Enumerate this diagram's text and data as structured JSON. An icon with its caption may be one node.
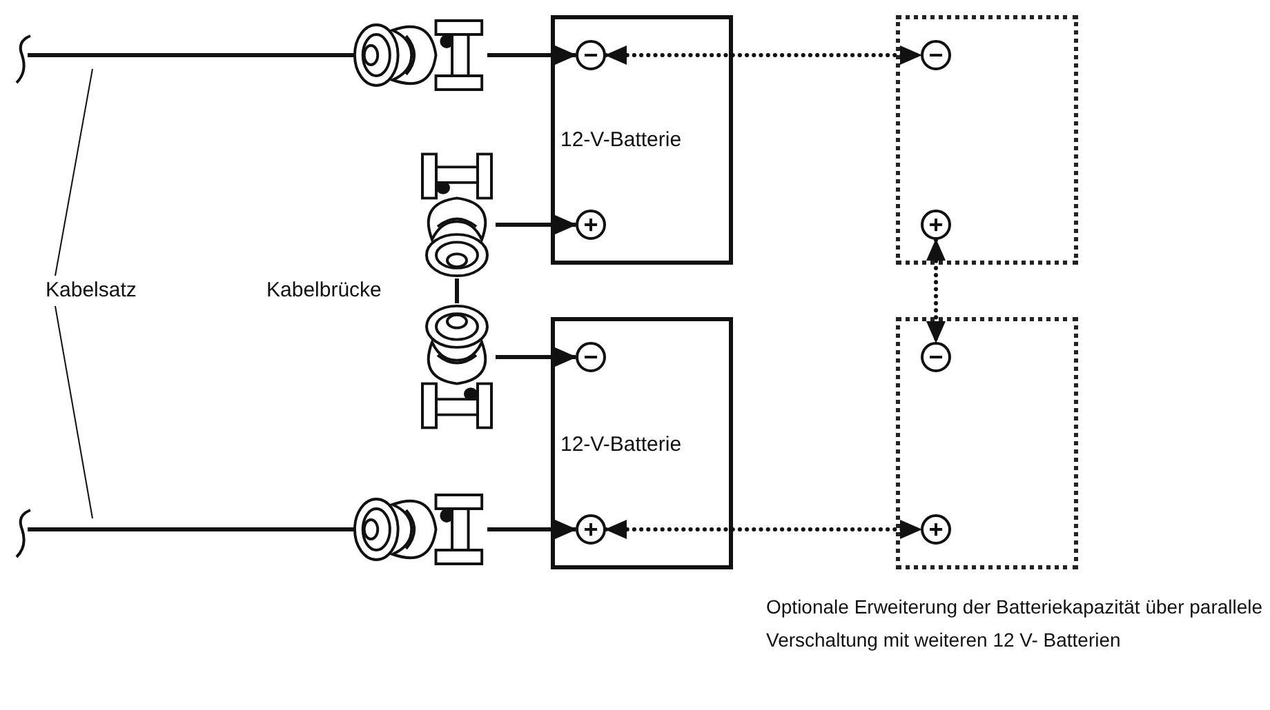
{
  "diagram": {
    "caption": "Optionale Erweiterung der Batteriekapazität über parallele Verschaltung mit weiteren 12 V- Batterien",
    "nodes": [
      {
        "text": [
          "12-V-Batterie"
        ]
      },
      {
        "text": [
          "−"
        ],
        "in": 0
      },
      {
        "text": [
          "+"
        ],
        "in": 0
      },
      {
        "text": [
          "12-V-Batterie"
        ]
      },
      {
        "text": [
          "−"
        ],
        "in": 3
      },
      {
        "text": [
          "+"
        ],
        "in": 3
      },
      {
        "text": [],
        "shape": "box"
      },
      {
        "text": [
          "−"
        ],
        "in": 6
      },
      {
        "text": [
          "+"
        ],
        "in": 6
      },
      {
        "text": [],
        "shape": "box"
      },
      {
        "text": [
          "−"
        ],
        "in": 9
      },
      {
        "text": [
          "+"
        ],
        "in": 9
      },
      {
        "text": [],
        "shape": "picture"
      },
      {
        "text": [],
        "shape": "picture"
      },
      {
        "text": [],
        "shape": "picture"
      },
      {
        "text": [],
        "shape": "picture"
      },
      {
        "text": [
          "Kabelsatz"
        ]
      }
    ],
    "edges": [
      {
        "from": 12,
        "to": 1,
        "arrow": "to"
      },
      {
        "from": 13,
        "to": 2,
        "arrow": "to"
      },
      {
        "from": 14,
        "to": 4,
        "arrow": "to"
      },
      {
        "from": 15,
        "to": 5,
        "arrow": "to"
      },
      {
        "from": 13,
        "to": 14,
        "arrow": "none"
      },
      {
        "from": 1,
        "to": 7,
        "arrow": "both",
        "style": "dashed"
      },
      {
        "from": 8,
        "to": 10,
        "arrow": "both",
        "style": "dashed"
      },
      {
        "from": 5,
        "to": 11,
        "arrow": "both",
        "style": "dashed"
      },
      {
        "from": 16,
        "to": null,
        "arrow": "none"
      },
      {
        "from": 16,
        "to": null,
        "arrow": "none"
      }
    ],
    "labels": [
      "Kabelbrücke"
    ]
  }
}
